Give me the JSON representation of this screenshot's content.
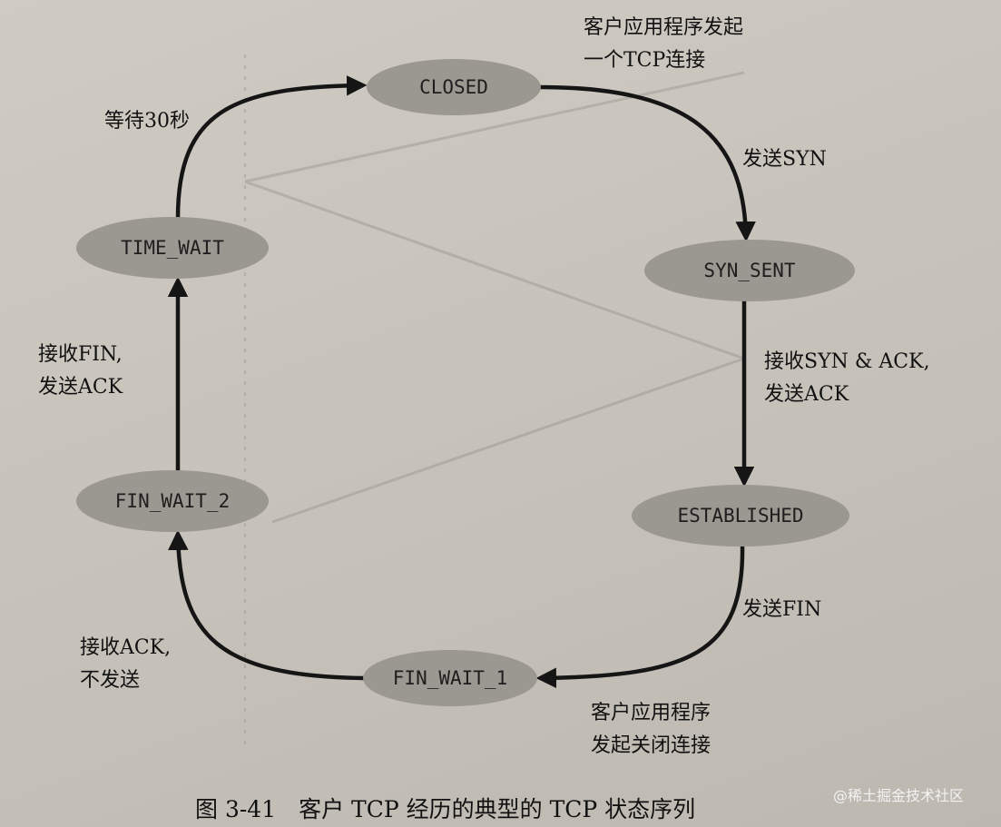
{
  "states": {
    "closed": "CLOSED",
    "syn_sent": "SYN_SENT",
    "established": "ESTABLISHED",
    "fin_wait_1": "FIN_WAIT_1",
    "fin_wait_2": "FIN_WAIT_2",
    "time_wait": "TIME_WAIT"
  },
  "transitions": {
    "client_open_1": "客户应用程序发起",
    "client_open_2": "一个TCP连接",
    "send_syn": "发送SYN",
    "recv_synack_1": "接收SYN & ACK,",
    "recv_synack_2": "发送ACK",
    "send_fin": "发送FIN",
    "client_close_1": "客户应用程序",
    "client_close_2": "发起关闭连接",
    "recv_ack_1": "接收ACK,",
    "recv_ack_2": "不发送",
    "recv_fin_1": "接收FIN,",
    "recv_fin_2": "发送ACK",
    "wait_30s": "等待30秒"
  },
  "caption": "图 3-41　客户 TCP 经历的典型的 TCP 状态序列",
  "watermark": "@稀土掘金技术社区",
  "colors": {
    "state_fill": "#9b9791",
    "arrow": "#151515",
    "background": "#c9c5bd"
  }
}
